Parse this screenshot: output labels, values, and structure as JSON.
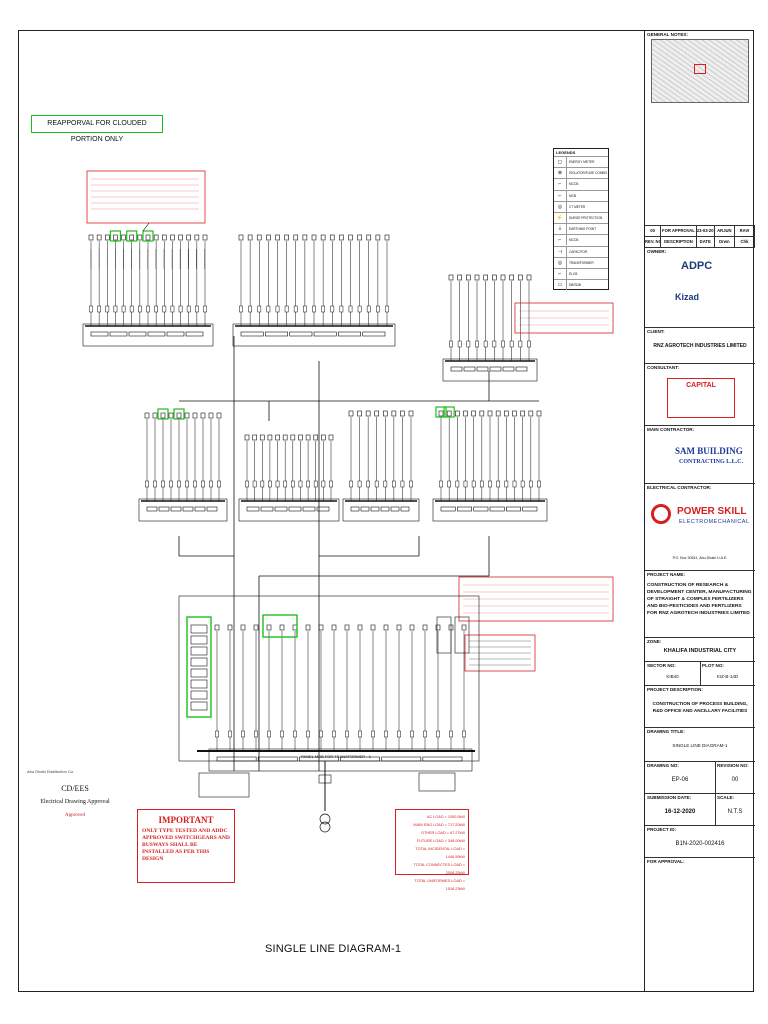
{
  "reapproval_note": "REAPPORVAL FOR CLOUDED PORTION ONLY",
  "legend_title": "LEGENDS",
  "legend_items": [
    "ENERGY METER",
    "ISOLATOR/FUSE COMBO",
    "MCCB",
    "MCB",
    "CT METER",
    "SURGE PROTECTION",
    "EARTHING POINT",
    "MCCB",
    "CAPACITOR",
    "TRANSFORMER",
    "ELCB",
    "DB/SDB"
  ],
  "important": {
    "heading": "IMPORTANT",
    "text": "ONLY TYPE TESTED AND ADDC APPROVED SWITCHGEARS AND BUSWAYS SHALL BE INSTALLED AS PER THIS DESIGN"
  },
  "approval_stamp": {
    "org": "Abu Dhabi Distribution Co.",
    "dept": "CD/EES",
    "title": "Electrical Drawing Approval",
    "status": "Approved"
  },
  "load_summary": [
    "AC LOAD = 1050.0kW",
    "MAIN ENG LOAD = 717.20kW",
    "OTHER LOAD = 67.27kW",
    "FUTURE LOAD = 348.00kW",
    "TOTAL INCIDENTAL LOAD = 1446.59kW",
    "TOTAL CONNECTED LOAD = 2508.25kW",
    "TOTAL UNIFORMED LOAD = 1516.23kW"
  ],
  "drawing_title": "SINGLE LINE DIAGRAM-1",
  "busbar_label": "PANEL MDB FOR TRANSFORMER - 1",
  "title_block": {
    "general_notes_label": "GENERAL NOTES:",
    "revisions": [
      {
        "rev": "00",
        "description": "FOR APPROVAL",
        "date": "23-03-20",
        "drawn": "ARJUN",
        "checked": "RAVI"
      }
    ],
    "rev_headers": [
      "REV. NO.",
      "DESCRIPTION",
      "DATE",
      "Drwn",
      "Chk"
    ],
    "owner_label": "OWNER:",
    "owner_logo": "ADPC",
    "owner_logo2": "Kizad",
    "client_label": "CLIENT:",
    "client": "RNZ AGROTECH INDUSTRIES LIMITED",
    "consultant_label": "CONSULTANT:",
    "consultant_logo": "CAPITAL",
    "main_contractor_label": "MAIN CONTRACTOR:",
    "main_contractor": "SAM BUILDING",
    "main_contractor_sub": "CONTRACTING L.L.C.",
    "electrical_contractor_label": "ELECTRICAL CONTRACTOR:",
    "electrical_contractor": "POWER SKILL",
    "electrical_contractor_sub": "ELECTROMECHANICAL",
    "contractor_address": "P.O. Box 30541, Abu Dhabi U.A.E.",
    "project_name_label": "PROJECT NAME:",
    "project_name": "CONSTRUCTION OF RESEARCH & DEVELOPMENT CENTER, MANUFACTURING OF STRAIGHT & COMPLEX FERTILIZERS AND BIO-PESTICIDES AND FERTLIZERS FOR RNZ AGROTECH INDUSTRIES LIMITED",
    "zone_label": "ZONE:",
    "zone": "KHALIFA INDUSTRIAL CITY",
    "sector_label": "SECTOR NO:",
    "sector": "KIB40",
    "plot_label": "PLOT NO:",
    "plot": "KIZ-B-14D",
    "project_description_label": "PROJECT DESCRIPTION:",
    "project_description": "CONSTRUCTION OF PROCESS BUILDING, R&D OFFICE AND ANCILLARY FACILITIES",
    "drawing_title_label": "DRAWING TITLE:",
    "drawing_title": "SINGLE LINE DIAGRAM-1",
    "drawing_no_label": "DRAWING NO:",
    "drawing_no": "EP-06",
    "revision_no_label": "REVISION NO:",
    "revision_no": "00",
    "submission_date_label": "SUBMISSION DATE:",
    "submission_date": "16-12-2020",
    "scale_label": "SCALE:",
    "scale": "N.T.S",
    "project_id_label": "PROJECT ID:",
    "project_id": "B1N-2020-002416",
    "for_approval_label": "FOR APPROVAL:"
  },
  "colors": {
    "green_cloud": "#19c21b",
    "red_note": "#d62020",
    "line": "#111111"
  }
}
